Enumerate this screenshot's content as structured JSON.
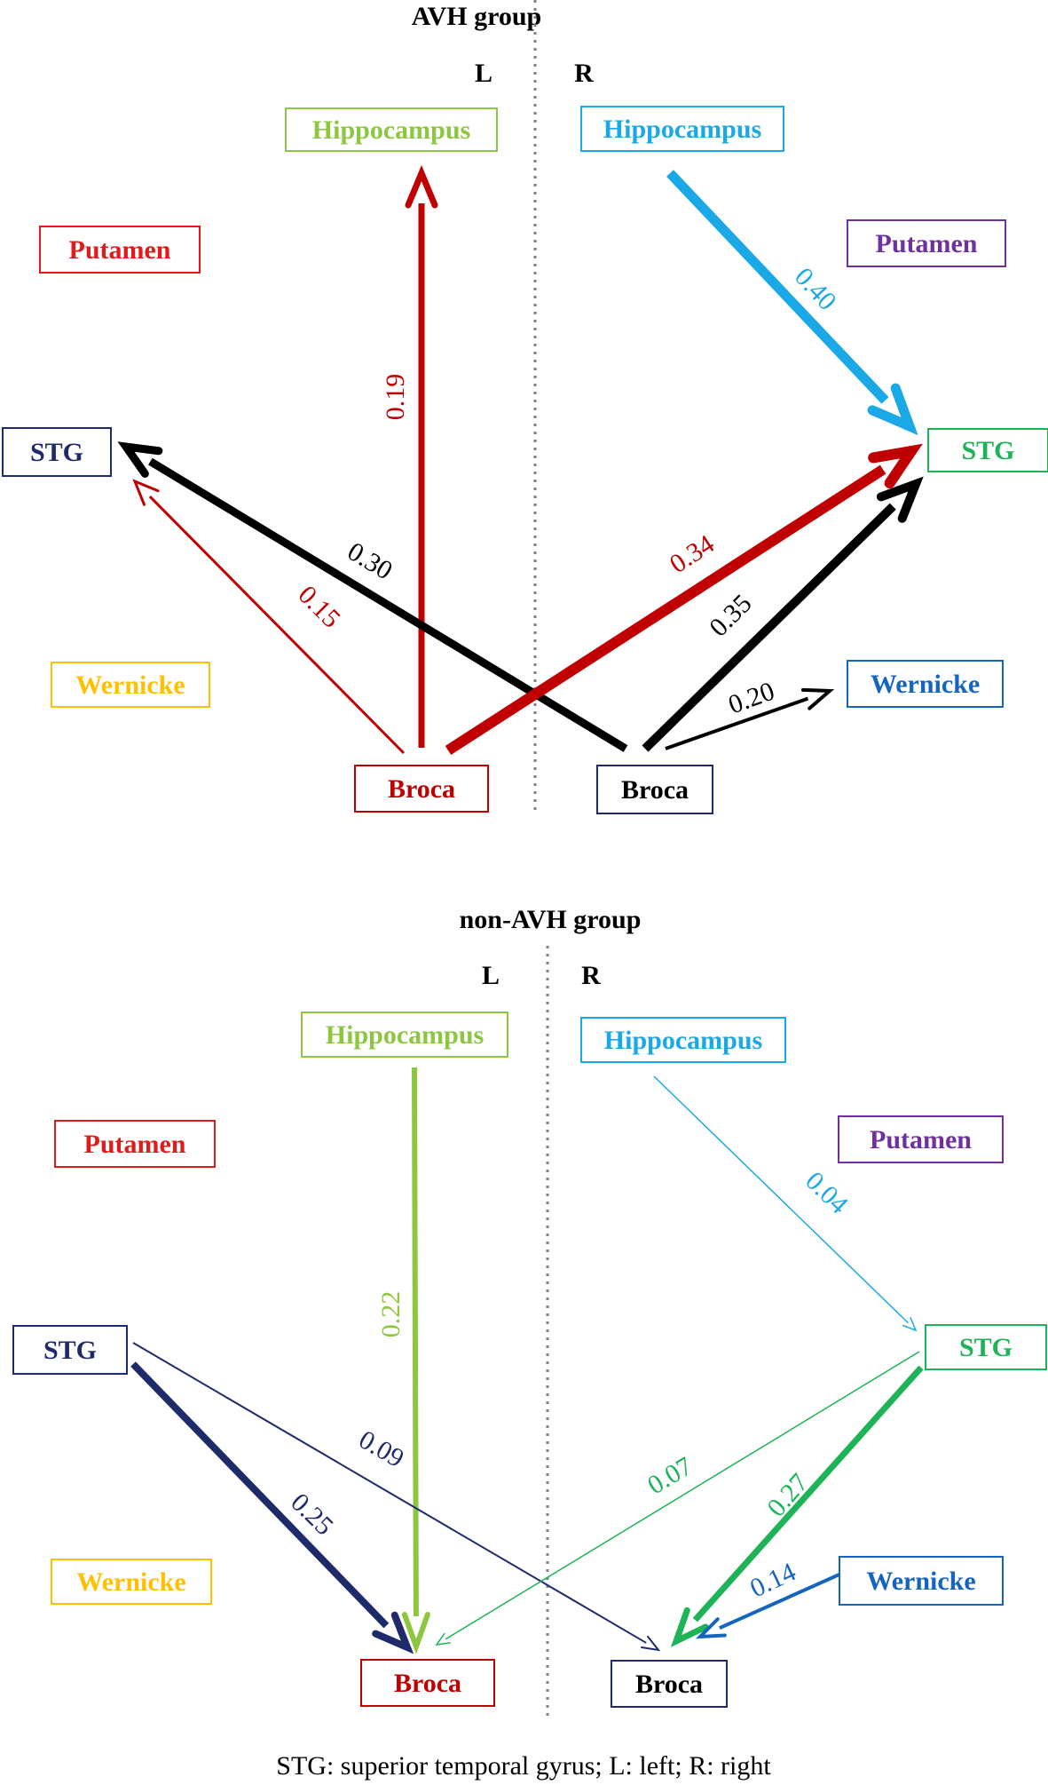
{
  "panels": [
    {
      "title": "AVH group",
      "left_label": "L",
      "right_label": "R",
      "nodes": [
        {
          "id": "lhip",
          "label": "Hippocampus",
          "color": "#8dc63f"
        },
        {
          "id": "rhip",
          "label": "Hippocampus",
          "color": "#1aa9e6"
        },
        {
          "id": "lput",
          "label": "Putamen",
          "color": "#e01b1b"
        },
        {
          "id": "rput",
          "label": "Putamen",
          "color": "#7030a0"
        },
        {
          "id": "lstg",
          "label": "STG",
          "color": "#1f2a6b"
        },
        {
          "id": "rstg",
          "label": "STG",
          "color": "#1db356"
        },
        {
          "id": "lwer",
          "label": "Wernicke",
          "color": "#ffc000"
        },
        {
          "id": "rwer",
          "label": "Wernicke",
          "color": "#1565c0"
        },
        {
          "id": "lbro",
          "label": "Broca",
          "color": "#c00000"
        },
        {
          "id": "rbro",
          "label": "Broca",
          "color": "#1f2a6b",
          "text_color": "#000000"
        }
      ],
      "edges": [
        {
          "from": "lbro",
          "to": "lhip",
          "weight": "0.19",
          "color": "#c00000"
        },
        {
          "from": "lbro",
          "to": "lstg",
          "weight": "0.15",
          "color": "#c00000"
        },
        {
          "from": "rbro",
          "to": "lstg",
          "weight": "0.30",
          "color": "#000000"
        },
        {
          "from": "lbro",
          "to": "rstg",
          "weight": "0.34",
          "color": "#c00000"
        },
        {
          "from": "rbro",
          "to": "rstg",
          "weight": "0.35",
          "color": "#000000"
        },
        {
          "from": "rbro",
          "to": "rwer",
          "weight": "0.20",
          "color": "#000000"
        },
        {
          "from": "rhip",
          "to": "rstg",
          "weight": "0.40",
          "color": "#1aa9e6"
        }
      ]
    },
    {
      "title": "non-AVH group",
      "left_label": "L",
      "right_label": "R",
      "nodes": [
        {
          "id": "lhip",
          "label": "Hippocampus",
          "color": "#8dc63f"
        },
        {
          "id": "rhip",
          "label": "Hippocampus",
          "color": "#1aa9e6"
        },
        {
          "id": "lput",
          "label": "Putamen",
          "color": "#e01b1b"
        },
        {
          "id": "rput",
          "label": "Putamen",
          "color": "#7030a0"
        },
        {
          "id": "lstg",
          "label": "STG",
          "color": "#1f2a6b"
        },
        {
          "id": "rstg",
          "label": "STG",
          "color": "#1db356"
        },
        {
          "id": "lwer",
          "label": "Wernicke",
          "color": "#ffc000"
        },
        {
          "id": "rwer",
          "label": "Wernicke",
          "color": "#1565c0"
        },
        {
          "id": "lbro",
          "label": "Broca",
          "color": "#c00000"
        },
        {
          "id": "rbro",
          "label": "Broca",
          "color": "#1f2a6b",
          "text_color": "#000000"
        }
      ],
      "edges": [
        {
          "from": "lhip",
          "to": "lbro",
          "weight": "0.22",
          "color": "#8dc63f"
        },
        {
          "from": "lstg",
          "to": "lbro",
          "weight": "0.25",
          "color": "#1f2a6b"
        },
        {
          "from": "lstg",
          "to": "rbro",
          "weight": "0.09",
          "color": "#1f2a6b"
        },
        {
          "from": "rhip",
          "to": "rstg",
          "weight": "0.04",
          "color": "#1aa9e6"
        },
        {
          "from": "rstg",
          "to": "lbro",
          "weight": "0.07",
          "color": "#1db356"
        },
        {
          "from": "rstg",
          "to": "rbro",
          "weight": "0.27",
          "color": "#1db356"
        },
        {
          "from": "rwer",
          "to": "rbro",
          "weight": "0.14",
          "color": "#1565c0"
        }
      ]
    }
  ],
  "caption": "STG: superior temporal gyrus; L: left; R: right"
}
